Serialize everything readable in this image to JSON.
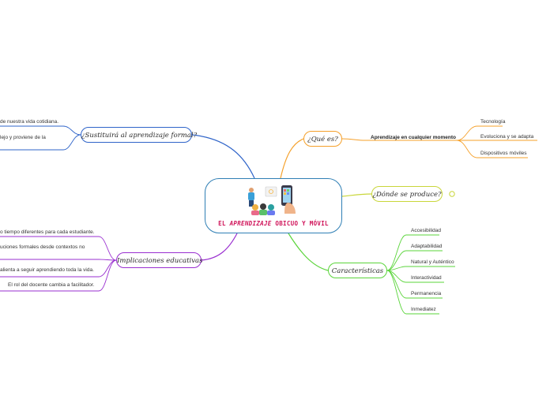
{
  "central": {
    "title_part1": "EL ",
    "title_part2": "APRENDIZAJE",
    "title_part3": " OBICUO Y MÓVIL"
  },
  "topics": {
    "que_es": "¿Qué es?",
    "donde": "¿Dónde se produce?",
    "caracteristicas": "Características",
    "sustituira": "¿Sustituirá al aprendizaje formal?",
    "implicaciones": "Implicaciones educativas"
  },
  "que_es": {
    "main": "Aprendizaje en cualquier momento",
    "items": [
      "Tecnología",
      "Evoluciona y se adapta",
      "Dispositivos móviles"
    ]
  },
  "caracteristicas": {
    "items": [
      "Accesibilidad",
      "Adaptabilidad",
      "Natural y Auténtico",
      "Interactividad",
      "Permanencia",
      "Inmediatez"
    ]
  },
  "sustituira": {
    "items": [
      "de nuestra vida cotidiana.",
      "lejo y proviene de la"
    ]
  },
  "implicaciones": {
    "items": [
      "o tiempo diferentes para cada estudiante.",
      "uciones formales desde contextos no",
      "alienta a seguir aprendiendo toda la vida.",
      "El rol del docente cambia a facilitador."
    ]
  },
  "colors": {
    "central_border": "#2f7fb5",
    "title": "#d0145a",
    "orange": "#f5a02a",
    "yellow_green": "#c9d63a",
    "green": "#5ad43a",
    "blue": "#2f64c9",
    "purple": "#9a2fd0"
  }
}
